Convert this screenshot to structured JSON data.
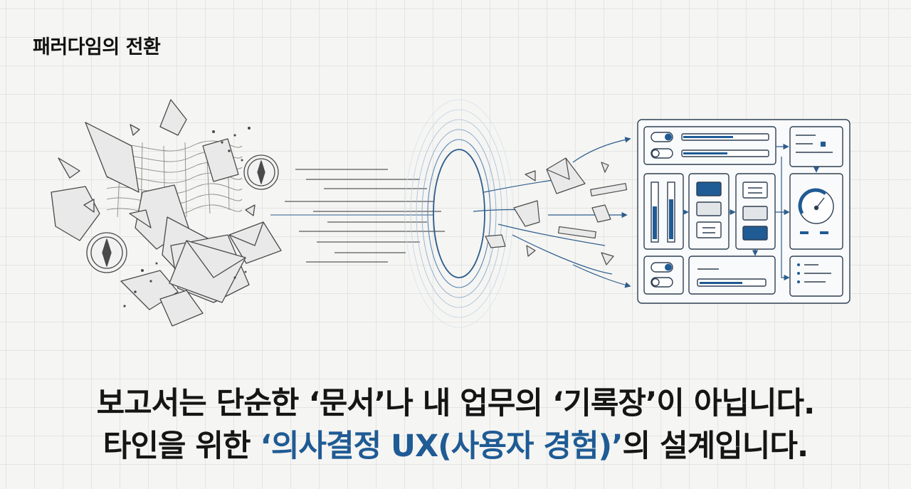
{
  "title": "패러다임의 전환",
  "headline": {
    "line1": "보고서는 단순한 ‘문서’나 내 업무의 ‘기록장’이 아닙니다.",
    "line2_prefix": "타인을 위한 ",
    "line2_accent": "‘의사결정 UX(사용자 경험)’",
    "line2_suffix": "의 설계입니다."
  },
  "colors": {
    "accent": "#1f5b94",
    "ink": "#151515",
    "sketch": "#4a4a4a",
    "background": "#f5f5f3"
  },
  "icons": [
    "compass-icon",
    "envelope-icon",
    "gauge-icon",
    "toggle-icon",
    "portal-rings"
  ]
}
